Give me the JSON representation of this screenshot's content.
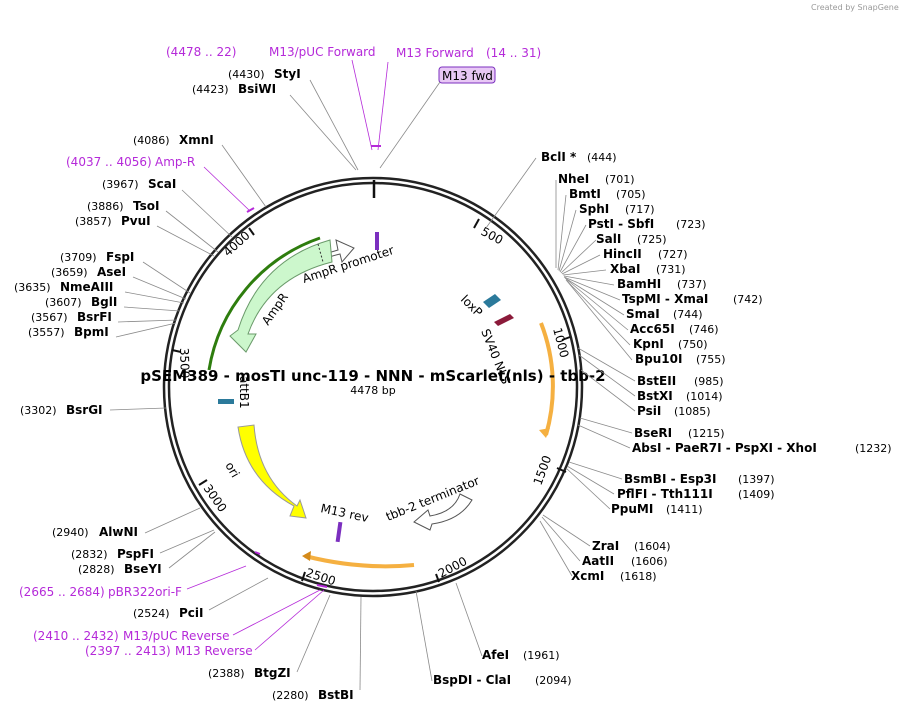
{
  "credit": "Created by SnapGene",
  "title": "pSEM389 - mosTI unc-119 - NNN - mScarlet(nls) - tbb-2",
  "length": "4478 bp",
  "ticks": [
    "500",
    "1000",
    "1500",
    "2000",
    "2500",
    "3000",
    "3500",
    "4000"
  ],
  "features": {
    "ampr_promoter": "AmpR promoter",
    "ampr": "AmpR",
    "attb1": "attB1",
    "ori": "ori",
    "loxp": "loxP",
    "sv40_nls": "SV40 NLS",
    "m13_rev": "M13 rev",
    "tbb2_terminator": "tbb-2 terminator",
    "m13_fwd": "M13 fwd"
  },
  "enzymes_right": [
    {
      "name": "BclI *",
      "pos": "(444)"
    },
    {
      "name": "NheI",
      "pos": "(701)"
    },
    {
      "name": "BmtI",
      "pos": "(705)"
    },
    {
      "name": "SphI",
      "pos": "(717)"
    },
    {
      "name": "PstI  -  SbfI",
      "pos": "(723)"
    },
    {
      "name": "SalI",
      "pos": "(725)"
    },
    {
      "name": "HincII",
      "pos": "(727)"
    },
    {
      "name": "XbaI",
      "pos": "(731)"
    },
    {
      "name": "BamHI",
      "pos": "(737)"
    },
    {
      "name": "TspMI  -  XmaI",
      "pos": "(742)"
    },
    {
      "name": "SmaI",
      "pos": "(744)"
    },
    {
      "name": "Acc65I",
      "pos": "(746)"
    },
    {
      "name": "KpnI",
      "pos": "(750)"
    },
    {
      "name": "Bpu10I",
      "pos": "(755)"
    },
    {
      "name": "BstEII",
      "pos": "(985)"
    },
    {
      "name": "BstXI",
      "pos": "(1014)"
    },
    {
      "name": "PsiI",
      "pos": "(1085)"
    },
    {
      "name": "BseRI",
      "pos": "(1215)"
    },
    {
      "name": "AbsI  -  PaeR7I  -  PspXI  -  XhoI",
      "pos": "(1232)"
    },
    {
      "name": "BsmBI  -  Esp3I",
      "pos": "(1397)"
    },
    {
      "name": "PflFI  -  Tth111I",
      "pos": "(1409)"
    },
    {
      "name": "PpuMI",
      "pos": "(1411)"
    },
    {
      "name": "ZraI",
      "pos": "(1604)"
    },
    {
      "name": "AatII",
      "pos": "(1606)"
    },
    {
      "name": "XcmI",
      "pos": "(1618)"
    },
    {
      "name": "AfeI",
      "pos": "(1961)"
    },
    {
      "name": "BspDI  -  ClaI",
      "pos": "(2094)"
    }
  ],
  "enzymes_left": [
    {
      "name": "StyI",
      "pos": "(4430)"
    },
    {
      "name": "BsiWI",
      "pos": "(4423)"
    },
    {
      "name": "XmnI",
      "pos": "(4086)"
    },
    {
      "name": "ScaI",
      "pos": "(3967)"
    },
    {
      "name": "TsoI",
      "pos": "(3886)"
    },
    {
      "name": "PvuI",
      "pos": "(3857)"
    },
    {
      "name": "FspI",
      "pos": "(3709)"
    },
    {
      "name": "AseI",
      "pos": "(3659)"
    },
    {
      "name": "NmeAIII",
      "pos": "(3635)"
    },
    {
      "name": "BglI",
      "pos": "(3607)"
    },
    {
      "name": "BsrFI",
      "pos": "(3567)"
    },
    {
      "name": "BpmI",
      "pos": "(3557)"
    },
    {
      "name": "BsrGI",
      "pos": "(3302)"
    },
    {
      "name": "AlwNI",
      "pos": "(2940)"
    },
    {
      "name": "PspFI",
      "pos": "(2832)"
    },
    {
      "name": "BseYI",
      "pos": "(2828)"
    },
    {
      "name": "PciI",
      "pos": "(2524)"
    },
    {
      "name": "BtgZI",
      "pos": "(2388)"
    },
    {
      "name": "BstBI",
      "pos": "(2280)"
    }
  ],
  "primers": [
    {
      "range": "(4478 .. 22)",
      "name": "M13/pUC Forward"
    },
    {
      "range": "(14 .. 31)",
      "name": "M13 Forward"
    },
    {
      "range": "(4037 .. 4056)",
      "name": "Amp-R"
    },
    {
      "range": "(2665 .. 2684)",
      "name": "pBR322ori-F"
    },
    {
      "range": "(2410 .. 2432)",
      "name": "M13/pUC Reverse"
    },
    {
      "range": "(2397 .. 2413)",
      "name": "M13 Reverse"
    }
  ],
  "colors": {
    "primer": "#b52ad9",
    "ampr": "#ccf7cc",
    "ori": "#ffff00",
    "orange_feature": "#f5b041",
    "green_feature": "#2e7d0e",
    "loxp": "#2b7a9b",
    "nls": "#8b1a3a"
  }
}
